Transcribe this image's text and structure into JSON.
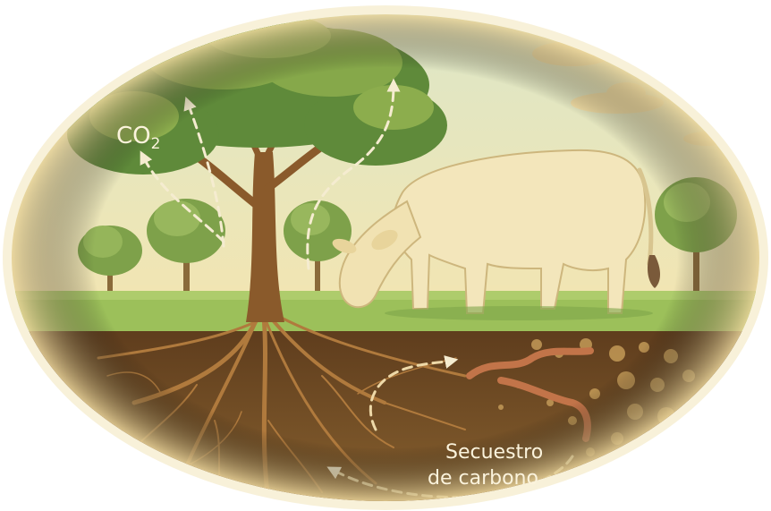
{
  "labels": {
    "co2_main": "CO",
    "co2_sub": "2",
    "sequestration_line1": "Secuestro",
    "sequestration_line2": "de carbono"
  },
  "colors": {
    "sky_top": "#dfe7c4",
    "sky_bottom": "#f1e6b4",
    "cloud": "#f3e0a8",
    "foliage_dark": "#5f8a3a",
    "foliage_light": "#9bb84f",
    "trunk": "#8a5a2b",
    "grass": "#9cc05a",
    "soil_top": "#6e4a26",
    "soil_bottom": "#8a6332",
    "roots": "#a4733a",
    "cow": "#f3e6bb",
    "cow_shadow": "#d9c58f",
    "worm": "#c0744a",
    "pebble": "#c49a5a",
    "arrow": "#f5ecd0"
  },
  "icons": [
    "tree-icon",
    "cow-icon",
    "worm-icon",
    "pebbles-icon",
    "cloud-icon"
  ]
}
